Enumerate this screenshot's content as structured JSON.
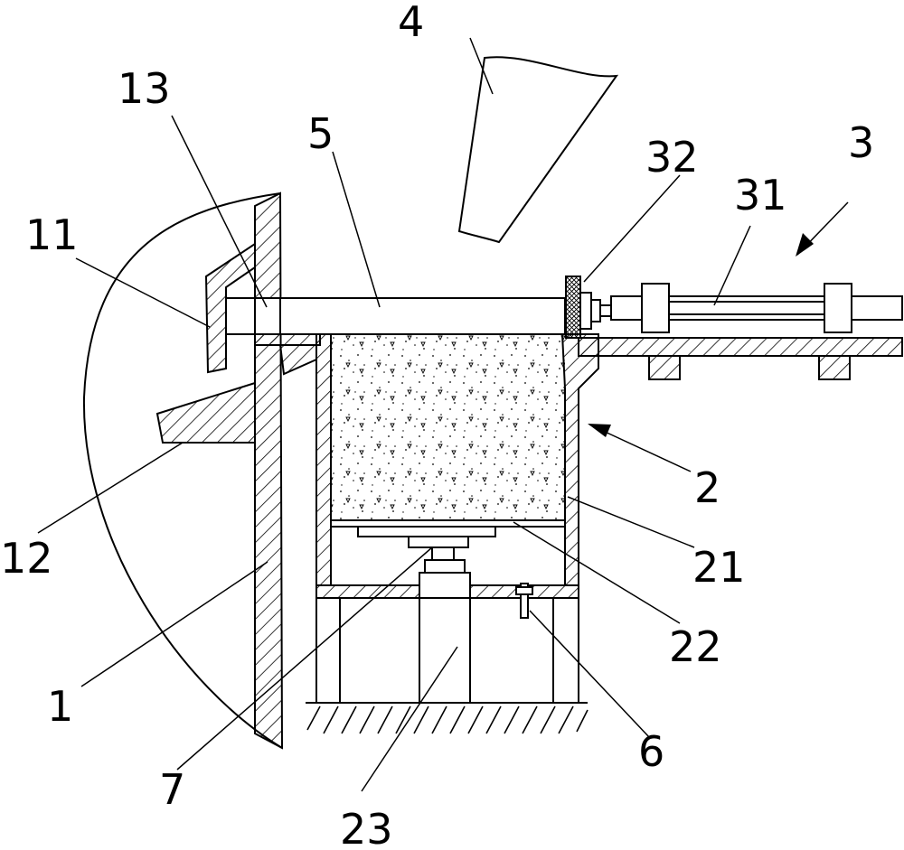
{
  "labels": {
    "l1": "1",
    "l2": "2",
    "l3": "3",
    "l4": "4",
    "l5": "5",
    "l6": "6",
    "l7": "7",
    "l11": "11",
    "l12": "12",
    "l13": "13",
    "l21": "21",
    "l22": "22",
    "l23": "23",
    "l31": "31",
    "l32": "32"
  }
}
